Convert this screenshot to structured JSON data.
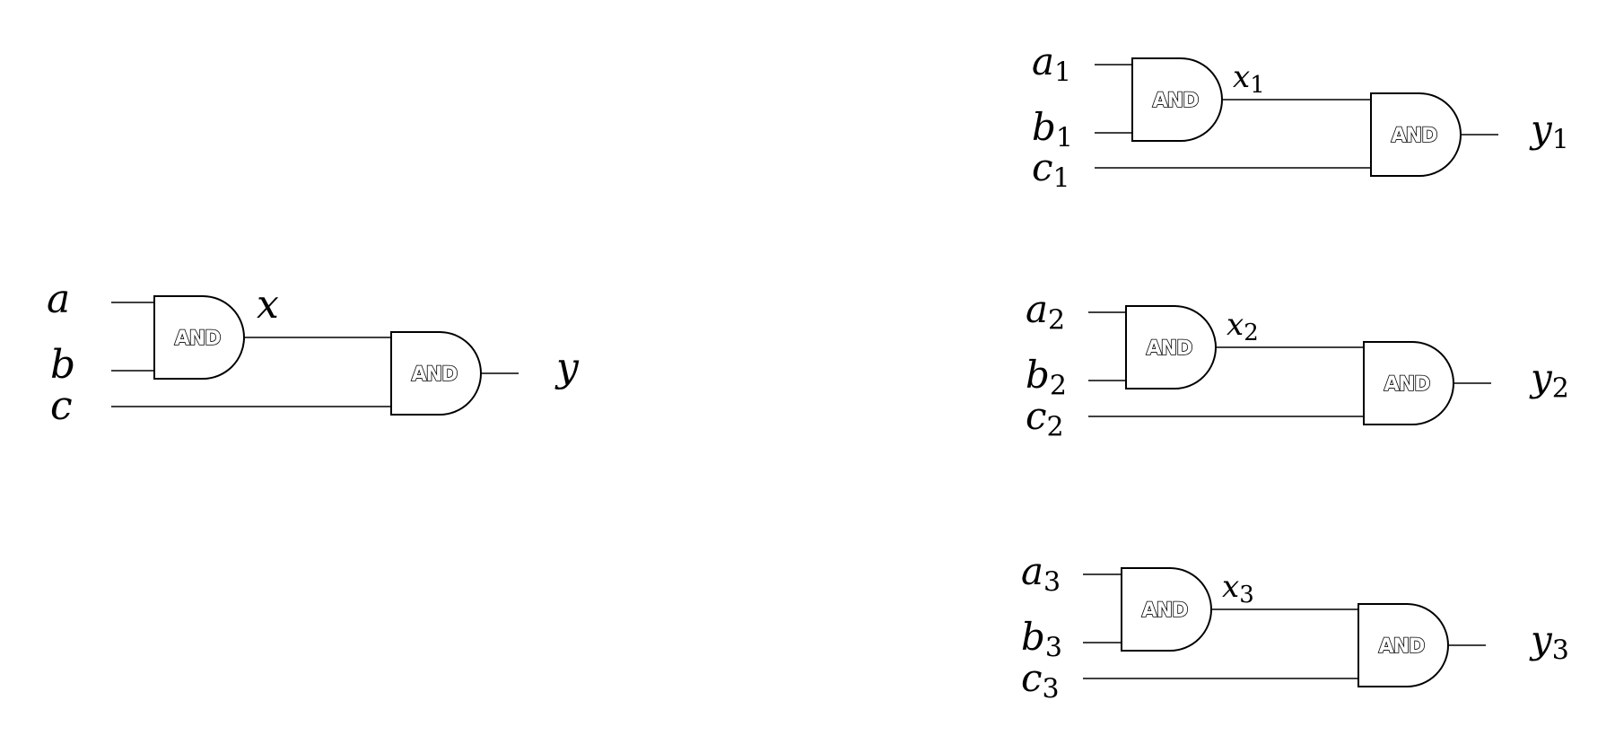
{
  "gate_label": "AND",
  "circuits": [
    {
      "id": "main",
      "inputs": [
        {
          "name": "a",
          "sub": ""
        },
        {
          "name": "b",
          "sub": ""
        },
        {
          "name": "c",
          "sub": ""
        }
      ],
      "intermediate": {
        "name": "x",
        "sub": ""
      },
      "output": {
        "name": "y",
        "sub": ""
      }
    },
    {
      "id": "copy-1",
      "inputs": [
        {
          "name": "a",
          "sub": "1"
        },
        {
          "name": "b",
          "sub": "1"
        },
        {
          "name": "c",
          "sub": "1"
        }
      ],
      "intermediate": {
        "name": "x",
        "sub": "1"
      },
      "output": {
        "name": "y",
        "sub": "1"
      }
    },
    {
      "id": "copy-2",
      "inputs": [
        {
          "name": "a",
          "sub": "2"
        },
        {
          "name": "b",
          "sub": "2"
        },
        {
          "name": "c",
          "sub": "2"
        }
      ],
      "intermediate": {
        "name": "x",
        "sub": "2"
      },
      "output": {
        "name": "y",
        "sub": "2"
      }
    },
    {
      "id": "copy-3",
      "inputs": [
        {
          "name": "a",
          "sub": "3"
        },
        {
          "name": "b",
          "sub": "3"
        },
        {
          "name": "c",
          "sub": "3"
        }
      ],
      "intermediate": {
        "name": "x",
        "sub": "3"
      },
      "output": {
        "name": "y",
        "sub": "3"
      }
    }
  ]
}
